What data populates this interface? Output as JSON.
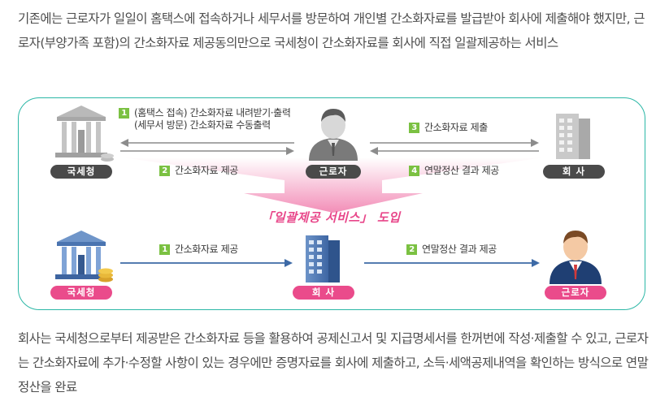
{
  "intro": "기존에는 근로자가 일일이 홈택스에 접속하거나 세무서를 방문하여 개인별 간소화자료를 발급받아 회사에 제출해야 했지만, 근로자(부양가족 포함)의 간소화자료 제공동의만으로 국세청이 간소화자료를 회사에 직접 일괄제공하는 서비스",
  "before": {
    "nts_label": "국세청",
    "worker_label": "근로자",
    "company_label": "회 사",
    "step1_num": "1",
    "step1_line1": "(홈택스 접속) 간소화자료 내려받기·출력",
    "step1_line2": "(세무서 방문) 간소화자료 수동출력",
    "step2_num": "2",
    "step2_text": "간소화자료 제공",
    "step3_num": "3",
    "step3_text": "간소화자료 제출",
    "step4_num": "4",
    "step4_text": "연말정산 결과 제공"
  },
  "banner": "「일괄제공 서비스」 도입",
  "after": {
    "nts_label": "국세청",
    "company_label": "회 사",
    "worker_label": "근로자",
    "step1_num": "1",
    "step1_text": "간소화자료 제공",
    "step2_num": "2",
    "step2_text": "연말정산 결과 제공"
  },
  "outro": "회사는 국세청으로부터 제공받은 간소화자료 등을 활용하여 공제신고서 및 지급명세서를 한꺼번에 작성·제출할 수 있고, 근로자는 간소화자료에 추가·수정할 사항이 있는 경우에만 증명자료를 회사에 제출하고, 소득·세액공제내역을 확인하는 방식으로 연말정산을 완료",
  "colors": {
    "frame": "#2bb7a6",
    "accent_pink": "#ea4b8b",
    "step_green": "#7bc142",
    "arrow_gray": "#8c8c8c",
    "arrow_blue": "#3d6aa6"
  },
  "icons": [
    "nts-building-gray-icon",
    "worker-gray-icon",
    "office-building-gray-icon",
    "funnel-arrow-icon",
    "nts-building-blue-icon",
    "office-building-blue-icon",
    "worker-color-icon"
  ]
}
